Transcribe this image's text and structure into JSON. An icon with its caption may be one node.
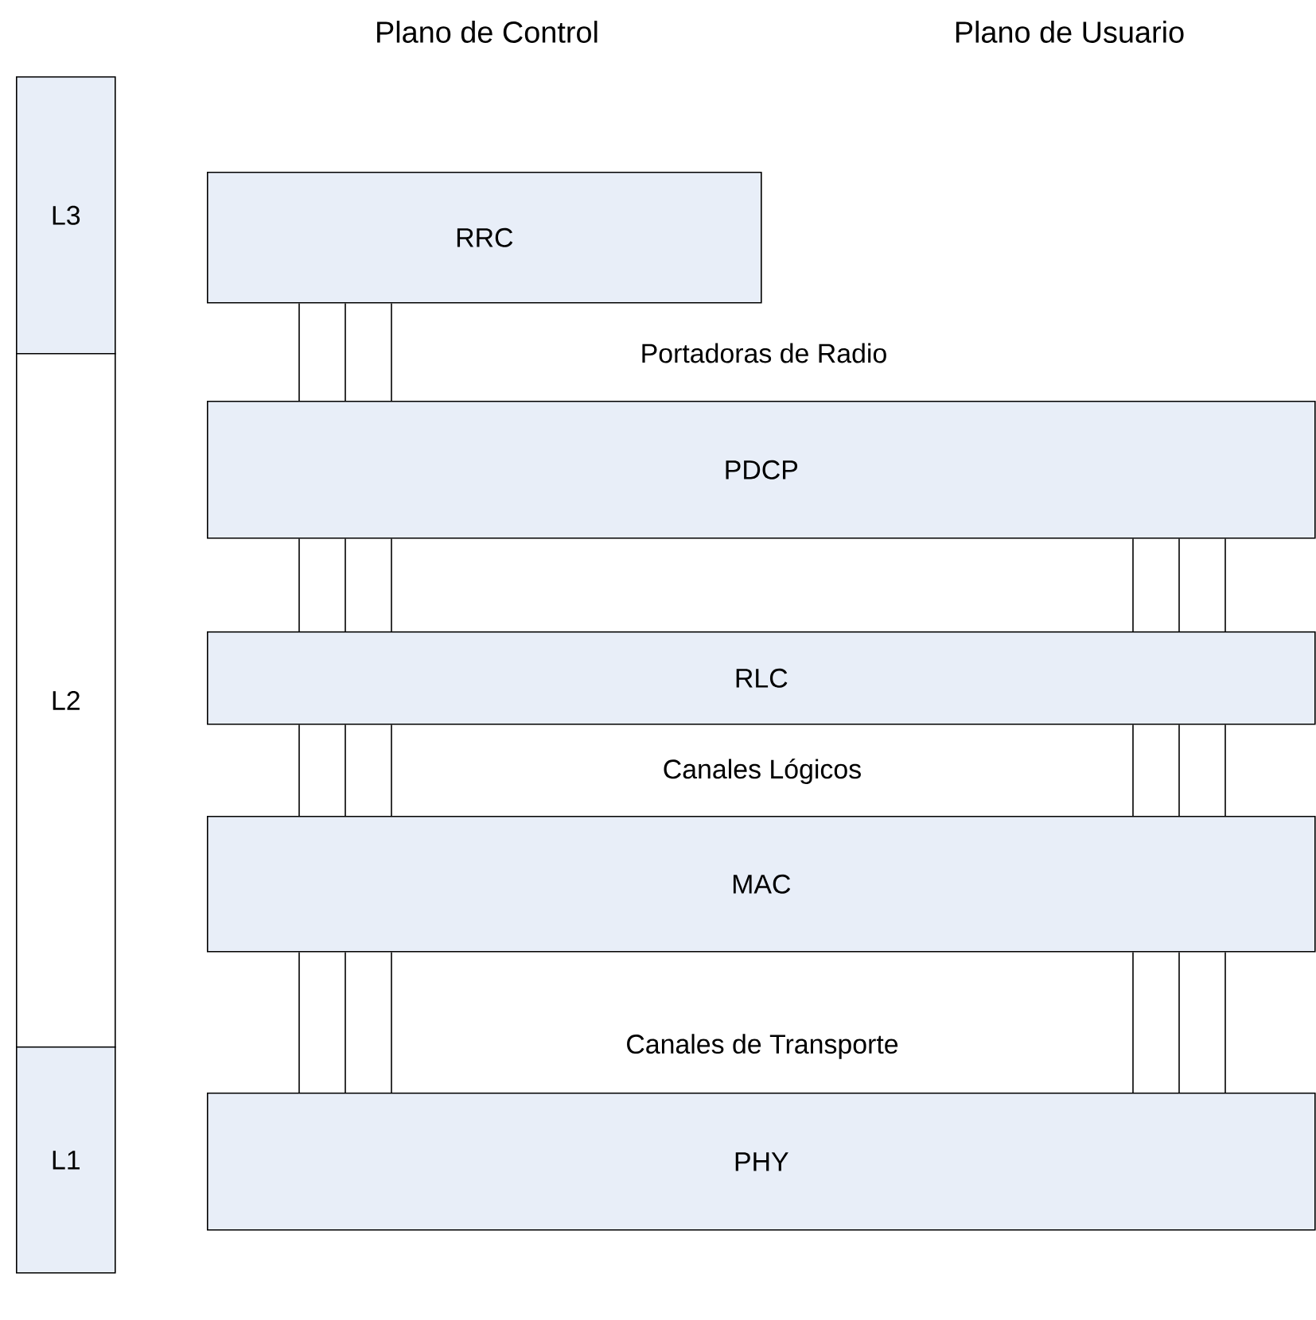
{
  "diagram": {
    "nodes": [
      {
        "text": [
          "L3"
        ]
      },
      {
        "text": [
          "L2"
        ]
      },
      {
        "text": [
          "L1"
        ]
      },
      {
        "text": [
          "RRC"
        ]
      },
      {
        "text": [
          "PDCP"
        ]
      },
      {
        "text": [
          "RLC"
        ]
      },
      {
        "text": [
          "MAC"
        ]
      },
      {
        "text": [
          "PHY"
        ]
      }
    ],
    "edges": [
      {
        "from": 3,
        "to": 4,
        "arrow": "none"
      },
      {
        "from": 3,
        "to": 4,
        "arrow": "none"
      },
      {
        "from": 3,
        "to": 4,
        "arrow": "none"
      },
      {
        "from": 4,
        "to": 5,
        "arrow": "none"
      },
      {
        "from": 4,
        "to": 5,
        "arrow": "none"
      },
      {
        "from": 4,
        "to": 5,
        "arrow": "none"
      },
      {
        "from": 4,
        "to": 5,
        "arrow": "none"
      },
      {
        "from": 4,
        "to": 5,
        "arrow": "none"
      },
      {
        "from": 4,
        "to": 5,
        "arrow": "none"
      },
      {
        "from": 5,
        "to": 6,
        "arrow": "none"
      },
      {
        "from": 5,
        "to": 6,
        "arrow": "none"
      },
      {
        "from": 5,
        "to": 6,
        "arrow": "none"
      },
      {
        "from": 5,
        "to": 6,
        "arrow": "none"
      },
      {
        "from": 5,
        "to": 6,
        "arrow": "none"
      },
      {
        "from": 5,
        "to": 6,
        "arrow": "none"
      },
      {
        "from": 6,
        "to": 7,
        "arrow": "none"
      },
      {
        "from": 6,
        "to": 7,
        "arrow": "none"
      },
      {
        "from": 6,
        "to": 7,
        "arrow": "none"
      },
      {
        "from": 6,
        "to": 7,
        "arrow": "none"
      },
      {
        "from": 6,
        "to": 7,
        "arrow": "none"
      },
      {
        "from": 6,
        "to": 7,
        "arrow": "none"
      }
    ],
    "labels": [
      "Plano de Control",
      "Plano de Usuario",
      "Portadoras de Radio",
      "Canales Lógicos",
      "Canales de Transporte"
    ]
  }
}
